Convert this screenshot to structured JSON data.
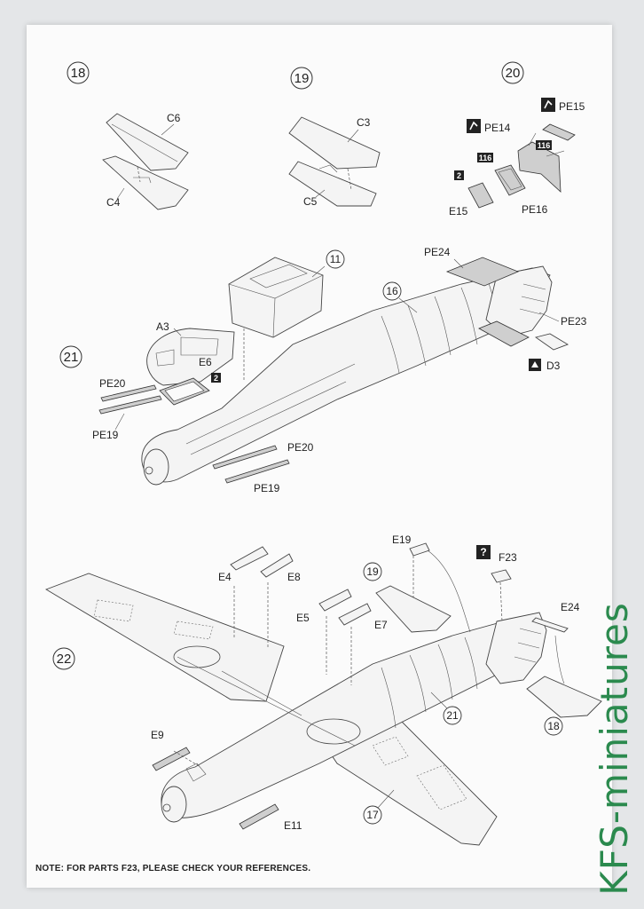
{
  "steps": [
    {
      "number": "18",
      "parts": [
        "C6",
        "C4"
      ]
    },
    {
      "number": "19",
      "parts": [
        "C3",
        "C5"
      ]
    },
    {
      "number": "20",
      "parts": [
        "PE15",
        "PE14",
        "PE16",
        "E15"
      ]
    },
    {
      "number": "21",
      "parts": [
        "PE24",
        "PE23",
        "D3",
        "A3",
        "E6",
        "PE20",
        "PE19",
        "PE20",
        "PE19"
      ]
    },
    {
      "number": "22",
      "parts": [
        "E19",
        "F23",
        "E24",
        "E4",
        "E8",
        "E5",
        "E7",
        "E9",
        "E11"
      ]
    }
  ],
  "callouts": [
    "11",
    "16",
    "19",
    "21",
    "18",
    "17"
  ],
  "badges": {
    "pe_count_2": "2",
    "pe_count_116": "116",
    "question": "?",
    "bend_icon": "bend-up-arrow-icon",
    "paint_icon": "paint-drop-icon"
  },
  "note": "NOTE: FOR PARTS F23, PLEASE CHECK YOUR REFERENCES.",
  "watermark": "KFS-miniatures",
  "colors": {
    "watermark": "#2b8a4e",
    "paper": "#fbfbfb",
    "badge": "#222222"
  }
}
